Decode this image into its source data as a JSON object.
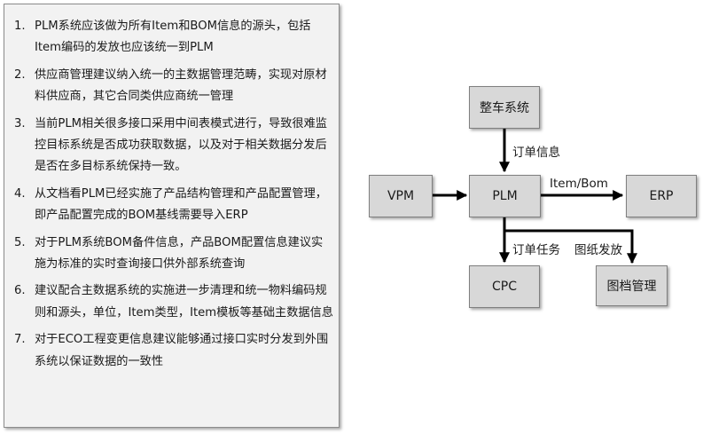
{
  "notes": [
    {
      "num": "1.",
      "text": "PLM系统应该做为所有Item和BOM信息的源头，包括Item编码的发放也应该统一到PLM"
    },
    {
      "num": "2.",
      "text": "供应商管理建议纳入统一的主数据管理范畴，实现对原材料供应商，其它合同类供应商统一管理"
    },
    {
      "num": "3.",
      "text": "当前PLM相关很多接口采用中间表模式进行，导致很难监控目标系统是否成功获取数据，以及对于相关数据分发后是否在多目标系统保持一致。"
    },
    {
      "num": "4.",
      "text": "从文档看PLM已经实施了产品结构管理和产品配置管理，即产品配置完成的BOM基线需要导入ERP"
    },
    {
      "num": "5.",
      "text": "对于PLM系统BOM备件信息，产品BOM配置信息建议实施为标准的实时查询接口供外部系统查询"
    },
    {
      "num": "6.",
      "text": "建议配合主数据系统的实施进一步清理和统一物料编码规则和源头，单位，Item类型，Item模板等基础主数据信息"
    },
    {
      "num": "7.",
      "text": "对于ECO工程变更信息建议能够通过接口实时分发到外围系统以保证数据的一致性"
    }
  ],
  "diagram": {
    "nodes": {
      "zhengche": "整车系统",
      "vpm": "VPM",
      "plm": "PLM",
      "erp": "ERP",
      "cpc": "CPC",
      "tudang": "图档管理"
    },
    "edges": {
      "zhengche_plm": "订单信息",
      "plm_erp": "Item/Bom",
      "plm_cpc": "订单任务",
      "plm_tudang": "图纸发放"
    }
  }
}
